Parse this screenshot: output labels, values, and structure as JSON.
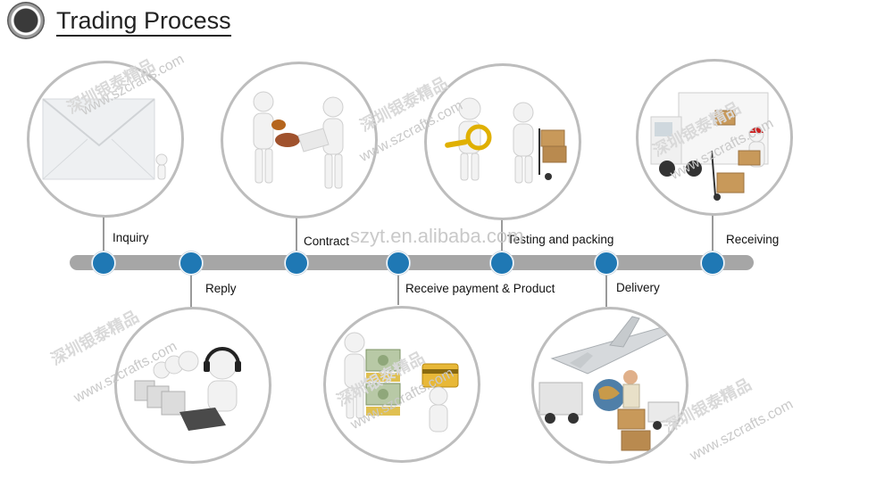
{
  "header": {
    "title": "Trading Process"
  },
  "watermarks": {
    "center": "szyt.en.alibaba.com",
    "site": "www.szcrafts.com",
    "brand": "深圳银泰精品"
  },
  "steps": [
    {
      "label": "Inquiry",
      "icon": "email-envelope-icon"
    },
    {
      "label": "Reply",
      "icon": "call-center-operators-icon"
    },
    {
      "label": "Contract",
      "icon": "contract-stamp-icon"
    },
    {
      "label": "Receive payment & Product",
      "icon": "payment-money-icon"
    },
    {
      "label": "Testing and packing",
      "icon": "testing-packing-icon"
    },
    {
      "label": "Delivery",
      "icon": "delivery-airplane-truck-icon"
    },
    {
      "label": "Receiving",
      "icon": "receiving-truck-icon"
    }
  ],
  "colors": {
    "timeline": "#a6a6a6",
    "dot": "#1f78b4",
    "circle_border": "#bdbdbd"
  }
}
